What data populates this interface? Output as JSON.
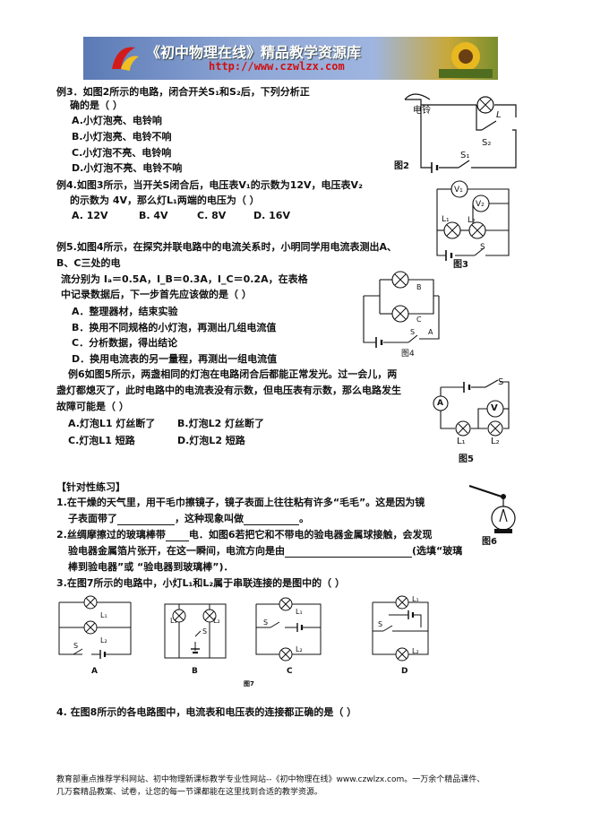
{
  "banner": {
    "title": "《初中物理在线》精品教学资源库",
    "url": "http://www.czwlzx.com"
  },
  "ex3": {
    "line1": "例3．如图2所示的电路，闭合开关S₁和S₂后，下列分析正",
    "line2": "确的是（    ）",
    "options": [
      "A.小灯泡亮、电铃响",
      "B.小灯泡亮、电铃不响",
      "C.小灯泡不亮、电铃响",
      "D.小灯泡不亮、电铃不响"
    ],
    "fig_label": "图2",
    "bell_label": "电铃",
    "lamp_label": "L",
    "s1_label": "S₁",
    "s2_label": "S₂"
  },
  "ex4": {
    "line1": "例4.如图3所示，当开关S闭合后，电压表V₁的示数为12V，电压表V₂",
    "line2": "的示数为 4V，那么灯L₁两端的电压为（    ）",
    "options": [
      "A. 12V",
      "B. 4V",
      "C. 8V",
      "D. 16V"
    ],
    "fig_label": "图3",
    "v1_label": "V₁",
    "v2_label": "V₂",
    "l1_label": "L₁",
    "l2_label": "L₂",
    "s_label": "S"
  },
  "ex5": {
    "line1": "例5.如图4所示，在探究并联电路中的电流关系时，小明同学用电流表测出A、",
    "line2": "B、C三处的电",
    "line3": "流分别为 Iₐ＝0.5A，I_B＝0.3A，I_C＝0.2A，在表格",
    "line4": "中记录数据后，下一步首先应该做的是（    ）",
    "options": [
      "A．整理器材，结束实验",
      "B．换用不同规格的小灯泡，再测出几组电流值",
      "C．分析数据，得出结论",
      "D．换用电流表的另一量程，再测出一组电流值"
    ],
    "fig_label": "图4",
    "point_a": "A",
    "point_b": "B",
    "point_c": "C",
    "s_label": "S"
  },
  "ex6": {
    "line1": "例6如图5所示，两盏相同的灯泡在电路闭合后都能正常发光。过一会儿，两",
    "line2": "盏灯都熄灭了，此时电路中的电流表没有示数，但电压表有示数，那么电路发生",
    "line3": "故障可能是（    ）",
    "options": [
      "A.灯泡L1 灯丝断了",
      "B.灯泡L2 灯丝断了",
      "C.灯泡L1 短路",
      "D.灯泡L2 短路"
    ],
    "fig_label": "图5",
    "ammeter": "A",
    "voltmeter": "V",
    "s_label": "S",
    "l1_label": "L₁",
    "l2_label": "L₂"
  },
  "practice": {
    "heading": "【针对性练习】",
    "q1_a": "1.在干燥的天气里，用干毛巾擦镜子，镜子表面上往往粘有许多“毛毛”。这是因为镜",
    "q1_b": "子表面带了",
    "q1_c": "，这种现象叫做",
    "q1_d": "。",
    "q2_a": "2.丝绸摩擦过的玻璃棒带",
    "q2_b": "电．如图6若把它和不带电的验电器金属球接触，会发现",
    "q2_c": "验电器金属箔片张开，在这一瞬间，电流方向是由",
    "q2_d": "(选填“玻璃",
    "q2_e": "棒到验电器”或 “验电器到玻璃棒”)．",
    "fig6_label": "图6",
    "q3": "3.在图7所示的电路中，小灯L₁和L₂属于串联连接的是图中的（    ）",
    "fig7_label": "图7",
    "fig7_items": [
      "A",
      "B",
      "C",
      "D"
    ],
    "fig7_l1": "L₁",
    "fig7_l2": "L₂",
    "fig7_s": "S",
    "q4": "4.  在图8所示的各电路图中，电流表和电压表的连接都正确的是（        ）"
  },
  "footer": {
    "line1": "教育部重点推荐学科网站、初中物理新课标教学专业性网站--《初中物理在线》www.czwlzx.com。一万余个精品课件、",
    "line2": "几万套精品教案、试卷，让您的每一节课都能在这里找到合适的教学资源。"
  }
}
